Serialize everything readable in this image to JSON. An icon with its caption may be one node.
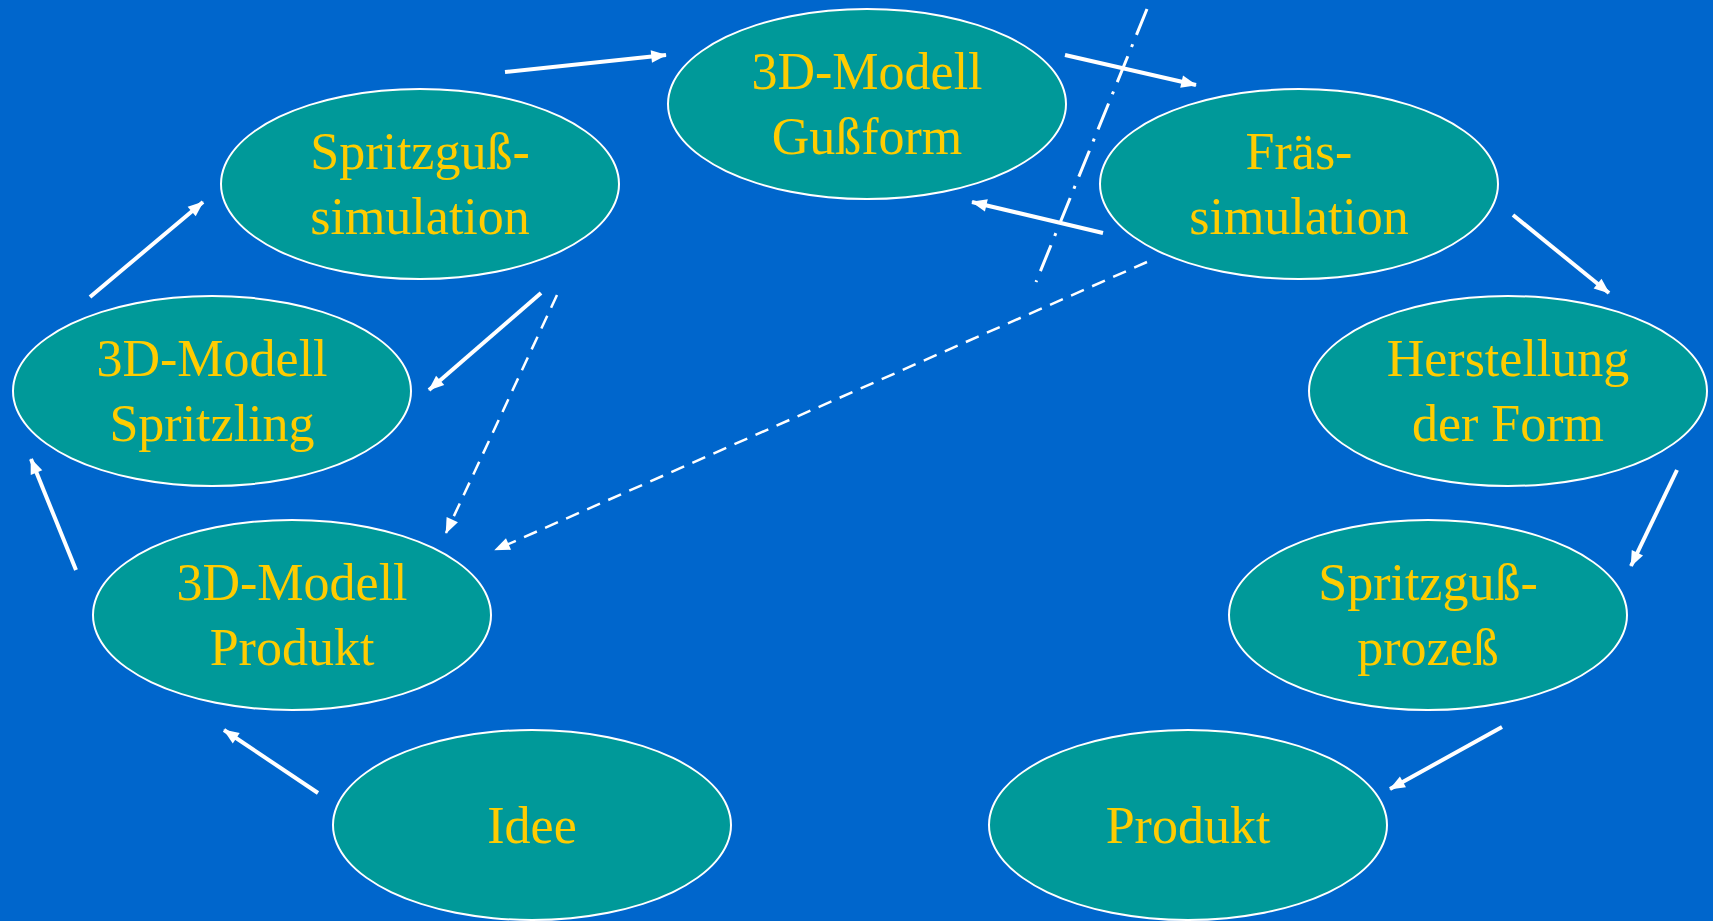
{
  "diagram": {
    "nodes": [
      {
        "text": [
          "Idee"
        ]
      },
      {
        "text": [
          "3D-Modell Produkt"
        ]
      },
      {
        "text": [
          "3D-Modell Spritzling"
        ]
      },
      {
        "text": [
          "Spritzguß- simulation"
        ]
      },
      {
        "text": [
          "3D-Modell Gußform"
        ]
      },
      {
        "text": [
          "Fräs- simulation"
        ]
      },
      {
        "text": [
          "Herstellung der Form"
        ]
      },
      {
        "text": [
          "Spritzguß- prozeß"
        ]
      },
      {
        "text": [
          "Produkt"
        ]
      }
    ],
    "edges": [
      {
        "from": 0,
        "to": 1,
        "arrow": "to"
      },
      {
        "from": 1,
        "to": 2,
        "arrow": "to"
      },
      {
        "from": 2,
        "to": 3,
        "arrow": "to"
      },
      {
        "from": 3,
        "to": 4,
        "arrow": "to"
      },
      {
        "from": 4,
        "to": 5,
        "arrow": "to"
      },
      {
        "from": 5,
        "to": 4,
        "arrow": "to"
      },
      {
        "from": 5,
        "to": 6,
        "arrow": "to"
      },
      {
        "from": 6,
        "to": 7,
        "arrow": "to"
      },
      {
        "from": 7,
        "to": 8,
        "arrow": "to"
      },
      {
        "from": 3,
        "to": 2,
        "arrow": "to"
      },
      {
        "from": 3,
        "to": 1,
        "arrow": "to",
        "style": "dashed"
      },
      {
        "from": 5,
        "to": 1,
        "arrow": "to",
        "style": "dashed"
      }
    ]
  }
}
